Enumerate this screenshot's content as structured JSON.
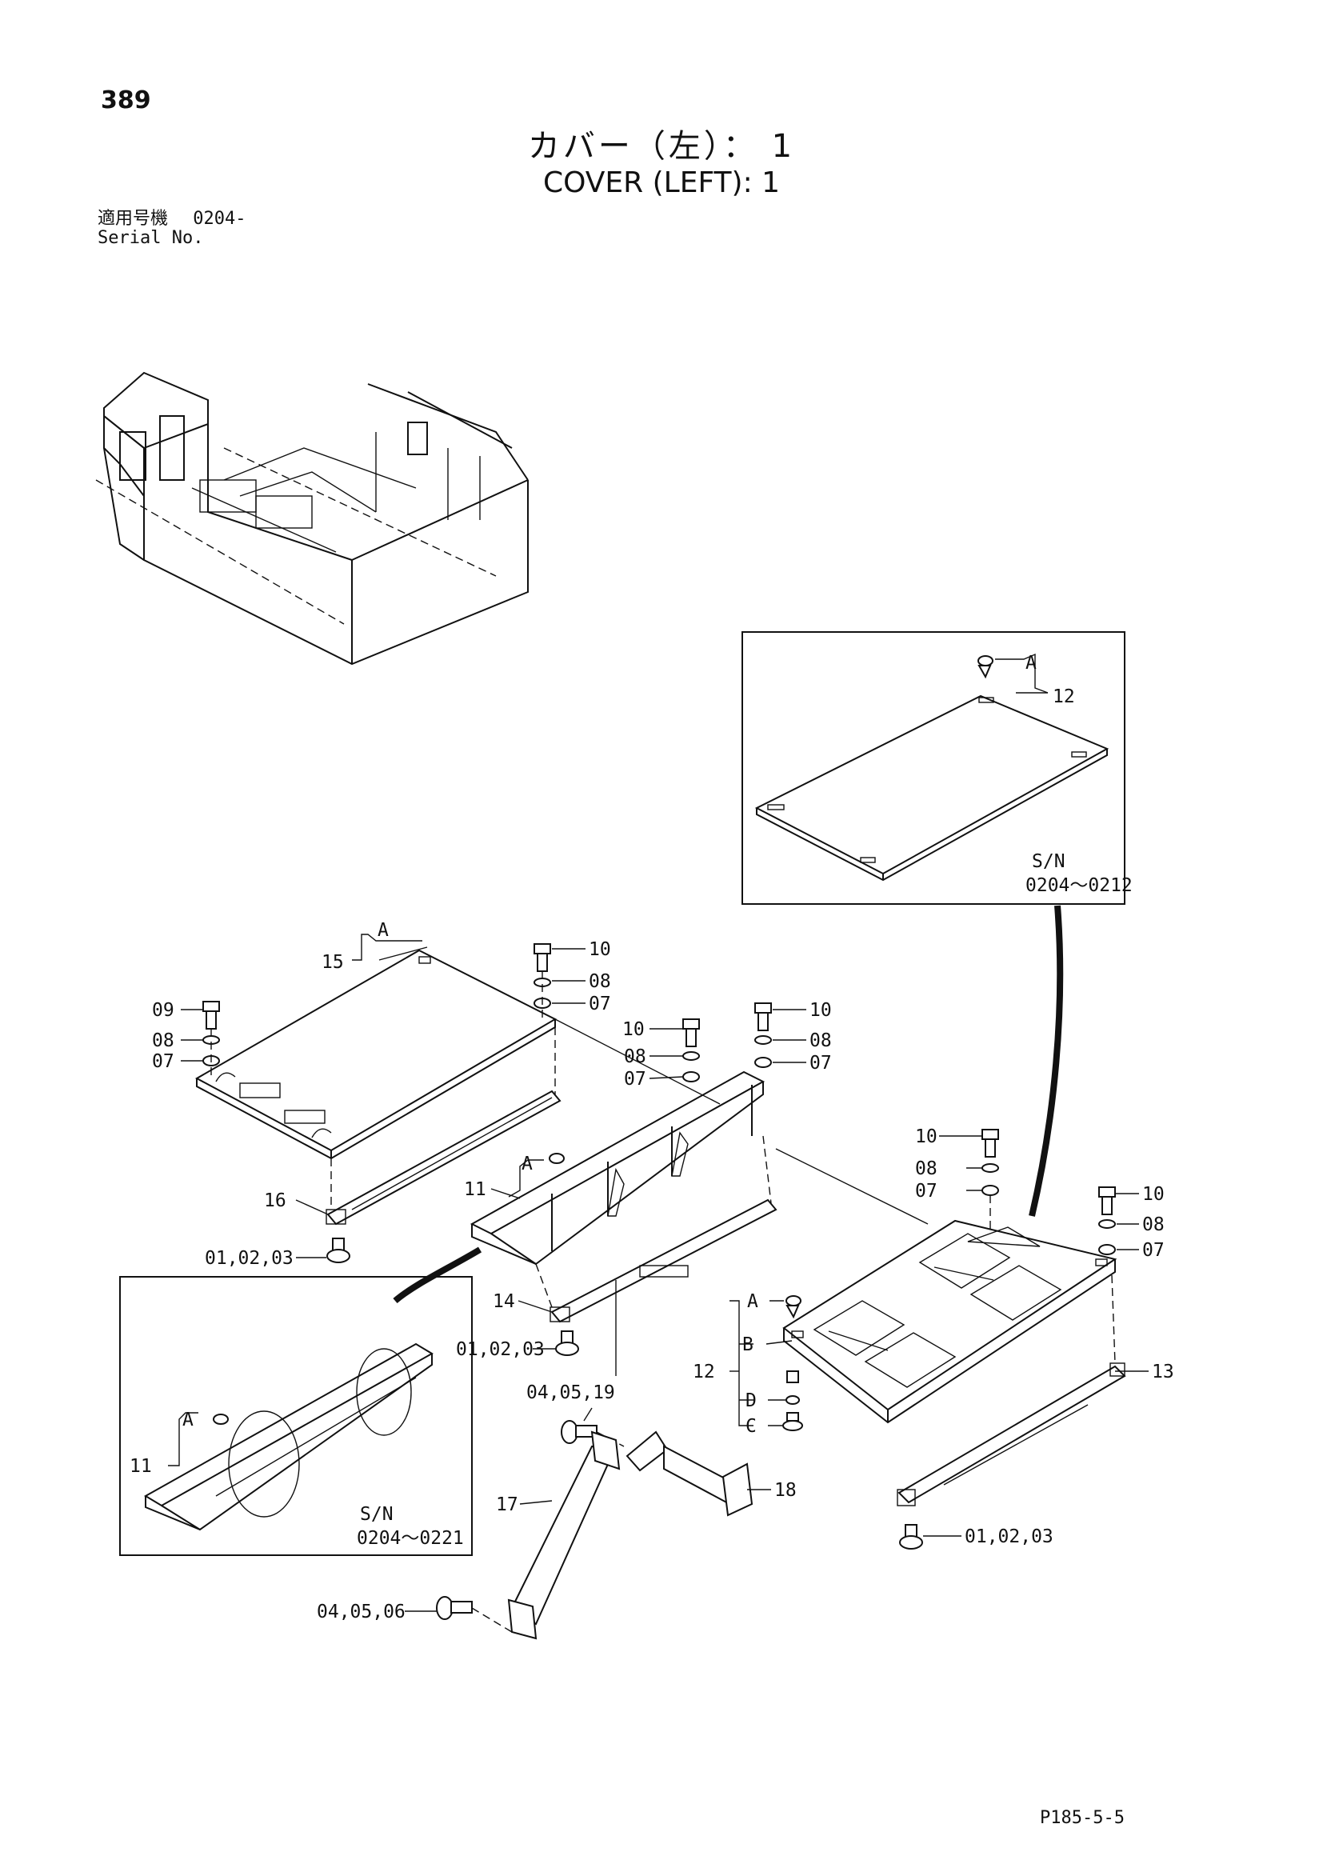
{
  "page_number": "389",
  "title_jp": "カバー（左）： 1",
  "title_en": "COVER (LEFT): 1",
  "serial": {
    "label_jp": "適用号機",
    "value": "0204-",
    "label_en": "Serial No."
  },
  "footer_code": "P185-5-5",
  "inset_right": {
    "sn_label": "S/N",
    "sn_range": "0204～0212"
  },
  "inset_left": {
    "sn_label": "S/N",
    "sn_range": "0204～0221"
  },
  "callouts": {
    "a": "A",
    "b": "B",
    "c": "C",
    "d": "D",
    "p01": "01,02,03",
    "p0405_19": "04,05,19",
    "p0405_06": "04,05,06",
    "p07": "07",
    "p08": "08",
    "p09": "09",
    "p10": "10",
    "p11": "11",
    "p12": "12",
    "p13": "13",
    "p14": "14",
    "p15": "15",
    "p16": "16",
    "p17": "17",
    "p18": "18"
  }
}
